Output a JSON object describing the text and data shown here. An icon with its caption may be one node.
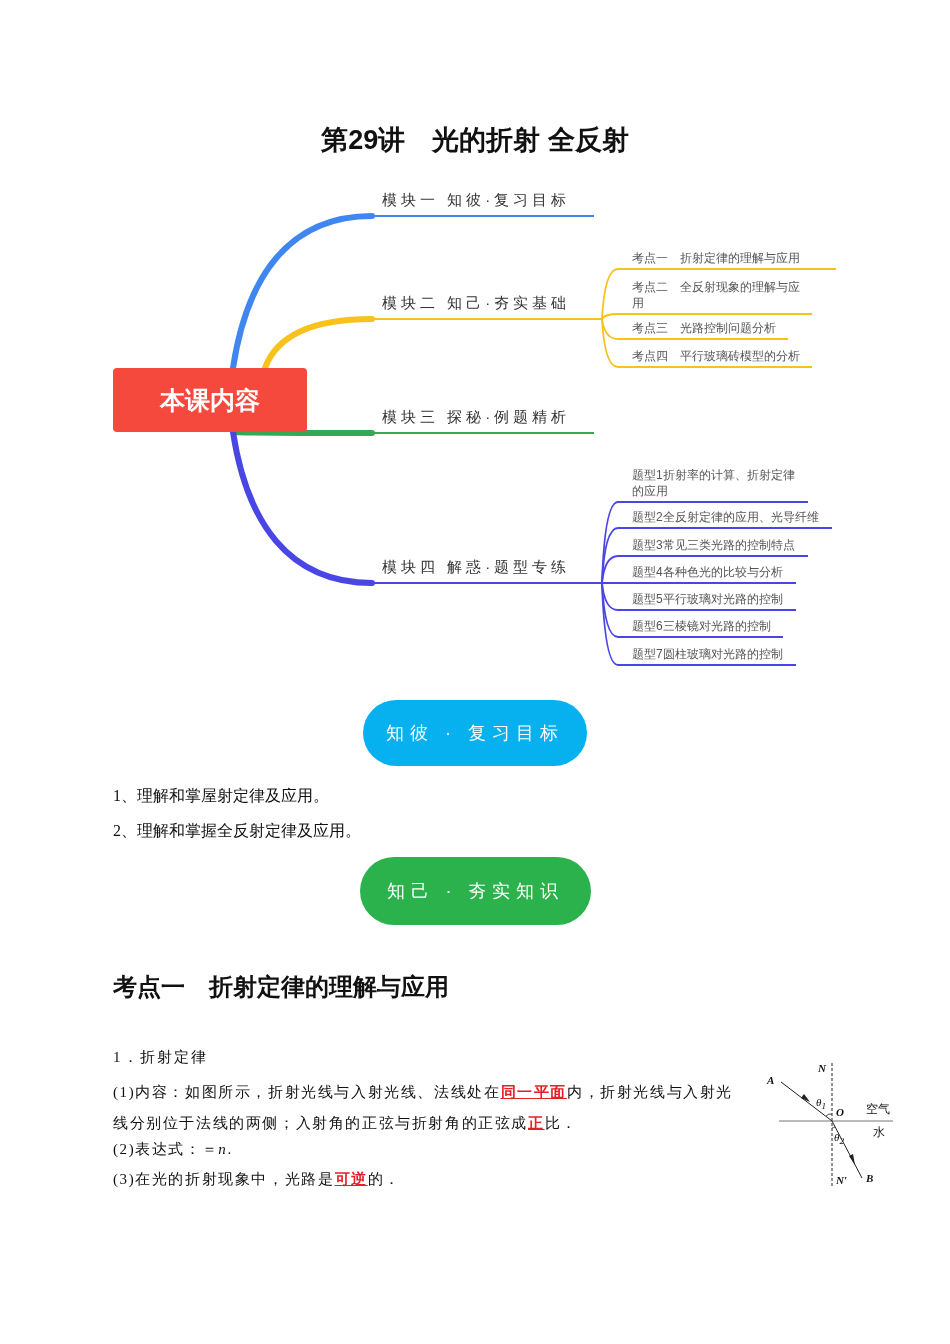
{
  "diagram": {
    "title": "第29讲　光的折射 全反射",
    "nodes": [
      {
        "text": [
          "本课内容"
        ]
      },
      {
        "text": [
          "模块一 知彼·复习目标"
        ]
      },
      {
        "text": [
          "模块二 知己·夯实基础"
        ]
      },
      {
        "text": [
          "模块三 探秘·例题精析"
        ]
      },
      {
        "text": [
          "模块四 解惑·题型专练"
        ]
      },
      {
        "text": [
          "考点一　折射定律的理解与应用"
        ]
      },
      {
        "text": [
          "考点二　全反射现象的理解与应用"
        ]
      },
      {
        "text": [
          "考点三　光路控制问题分析"
        ]
      },
      {
        "text": [
          "考点四　平行玻璃砖模型的分析"
        ]
      },
      {
        "text": [
          "题型1折射率的计算、折射定律的应用"
        ]
      },
      {
        "text": [
          "题型2全反射定律的应用、光导纤维"
        ]
      },
      {
        "text": [
          "题型3常见三类光路的控制特点"
        ]
      },
      {
        "text": [
          "题型4各种色光的比较与分析"
        ]
      },
      {
        "text": [
          "题型5平行玻璃对光路的控制"
        ]
      },
      {
        "text": [
          "题型6三棱镜对光路的控制"
        ]
      },
      {
        "text": [
          "题型7圆柱玻璃对光路的控制"
        ]
      },
      {
        "text": [
          "知彼 · 复习目标"
        ]
      },
      {
        "text": [
          "知己 · 夯实知识"
        ]
      }
    ],
    "edges": [
      {
        "from": 0,
        "to": 1,
        "arrow": "none",
        "style": "thick",
        "color": "#3f86f0"
      },
      {
        "from": 0,
        "to": 2,
        "arrow": "none",
        "style": "thick",
        "color": "#f8c21c"
      },
      {
        "from": 0,
        "to": 3,
        "arrow": "none",
        "style": "thick",
        "color": "#34a853"
      },
      {
        "from": 0,
        "to": 4,
        "arrow": "none",
        "style": "thick"
      },
      {
        "from": 2,
        "to": 5,
        "arrow": "none",
        "color": "#f8c21c"
      },
      {
        "from": 2,
        "to": 6,
        "arrow": "none",
        "color": "#f8c21c"
      },
      {
        "from": 2,
        "to": 7,
        "arrow": "none",
        "color": "#f8c21c"
      },
      {
        "from": 2,
        "to": 8,
        "arrow": "none",
        "color": "#f8c21c"
      },
      {
        "from": 4,
        "to": 9,
        "arrow": "none"
      },
      {
        "from": 4,
        "to": 10,
        "arrow": "none"
      },
      {
        "from": 4,
        "to": 11,
        "arrow": "none"
      },
      {
        "from": 4,
        "to": 12,
        "arrow": "none"
      },
      {
        "from": 4,
        "to": 13,
        "arrow": "none"
      },
      {
        "from": 4,
        "to": 14,
        "arrow": "none"
      },
      {
        "from": 4,
        "to": 15,
        "arrow": "none"
      }
    ],
    "labels": [
      "1、理解和掌屋射定律及应用。",
      "2、理解和掌握全反射定律及应用。",
      "考点一　折射定律的理解与应用",
      "1．折射定律",
      "(1)内容：如图所示，折射光线与入射光线、法线处在**同一平面**内，折射光线与入射光线分别位于法线的两侧；入射角的正弦与折射角的正弦成**正**比．",
      "(2)表达式：＝*n*.",
      "(3)在光的折射现象中，光路是**可逆**的．",
      "N",
      "A",
      "θ$_{1}$",
      "O",
      "空气",
      "水",
      "θ$_{2}$",
      "N′",
      "B"
    ]
  }
}
